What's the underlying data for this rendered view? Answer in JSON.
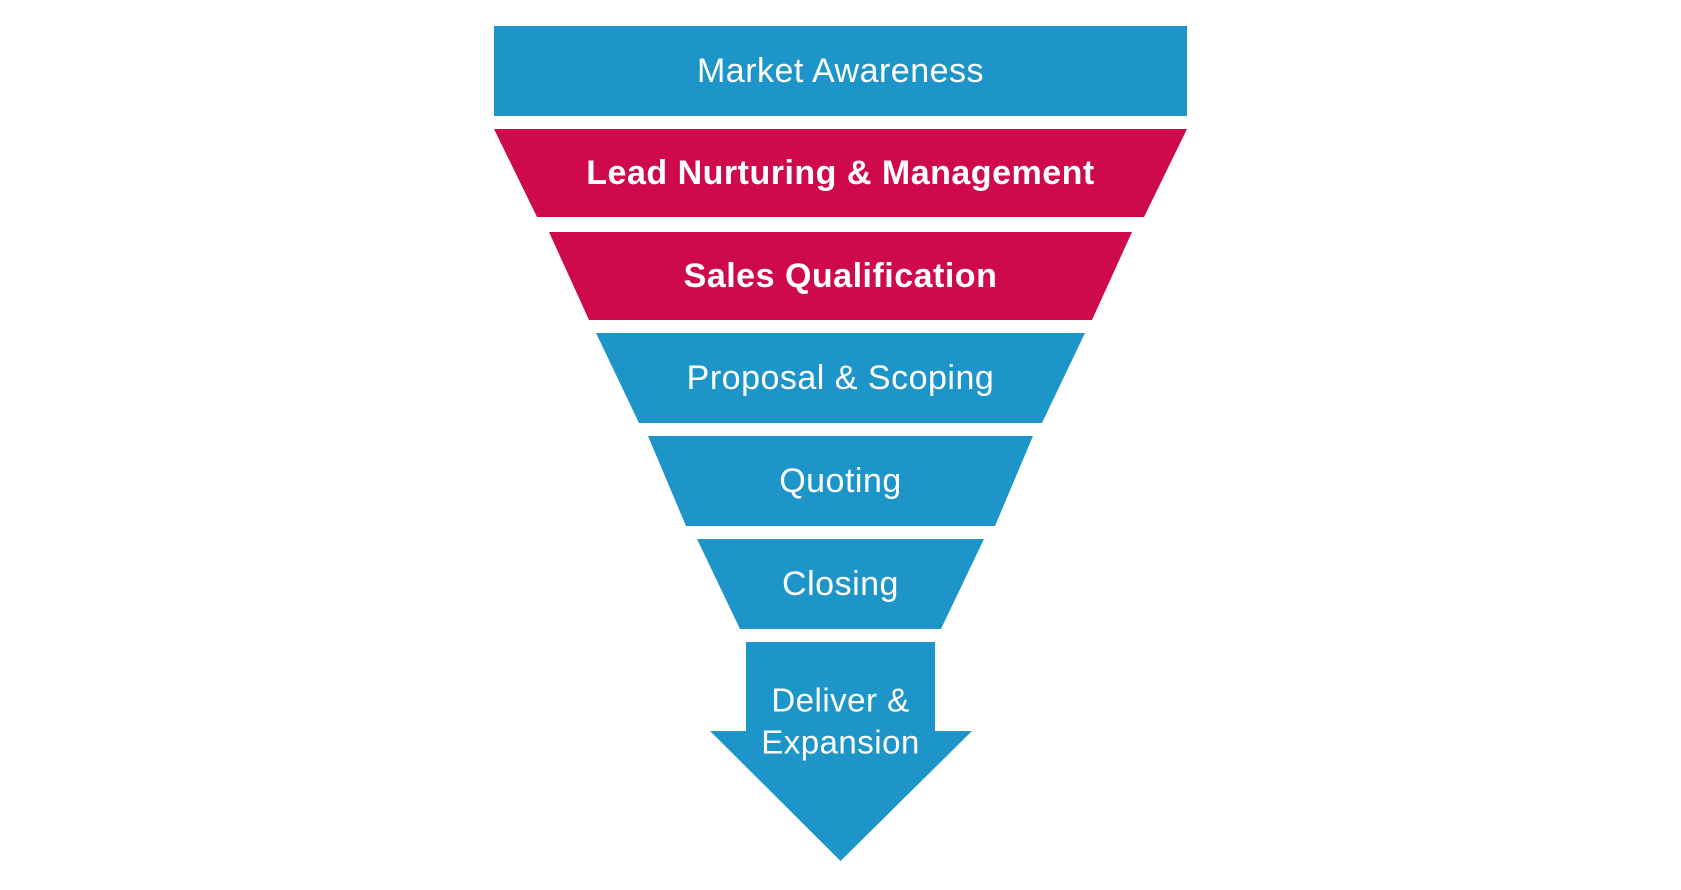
{
  "colors": {
    "stage_blue": "#1E95C9",
    "stage_red": "#CE094E",
    "label_text": "#FFFFFF",
    "background": "#FFFFFF"
  },
  "funnel": {
    "direction": "top-to-bottom",
    "stages": [
      {
        "label": "Market Awareness",
        "color": "#1E95C9",
        "emphasis": "regular",
        "shape": "rectangle"
      },
      {
        "label": "Lead Nurturing & Management",
        "color": "#CE094E",
        "emphasis": "bold",
        "shape": "trapezoid"
      },
      {
        "label": "Sales Qualification",
        "color": "#CE094E",
        "emphasis": "bold",
        "shape": "trapezoid"
      },
      {
        "label": "Proposal & Scoping",
        "color": "#1E95C9",
        "emphasis": "regular",
        "shape": "trapezoid"
      },
      {
        "label": "Quoting",
        "color": "#1E95C9",
        "emphasis": "regular",
        "shape": "trapezoid"
      },
      {
        "label": "Closing",
        "color": "#1E95C9",
        "emphasis": "regular",
        "shape": "trapezoid"
      },
      {
        "label": "Deliver & Expansion",
        "label_lines": [
          "Deliver &",
          "Expansion"
        ],
        "color": "#1E95C9",
        "emphasis": "regular",
        "shape": "down-arrow"
      }
    ]
  }
}
